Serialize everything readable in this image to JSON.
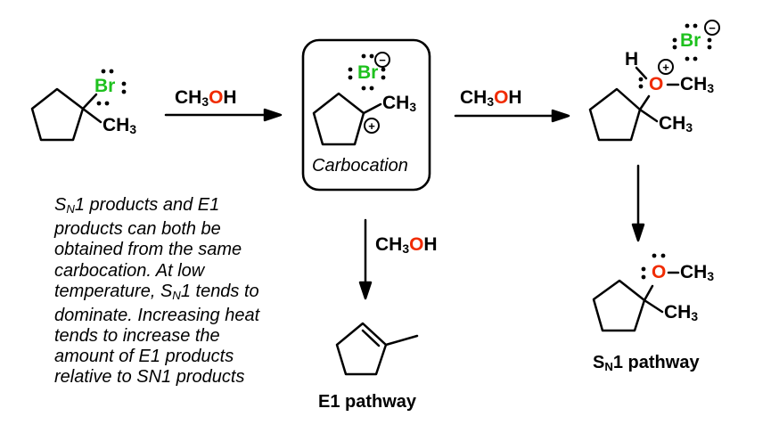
{
  "colors": {
    "bromine_green": "#1ec11e",
    "oxygen_red": "#f02b00",
    "ink": "#000000",
    "background": "#ffffff"
  },
  "symbols": {
    "ch": "CH",
    "three": "3",
    "o": "O",
    "h": "H",
    "br": "Br",
    "plus": "+",
    "minus": "−"
  },
  "captions": {
    "carbocation": "Carbocation",
    "e1_pathway": "E1 pathway",
    "sn1_s": "S",
    "sn1_sub": "N",
    "sn1_tail": "1 pathway"
  },
  "note": {
    "l1a": "S",
    "l1sub": "N",
    "l1b": "1 products and E1",
    "l2": "products can both be",
    "l3": "obtained from the same",
    "l4": "carbocation. At low",
    "l5a": "temperature, S",
    "l5sub": "N",
    "l5b": "1 tends to",
    "l6": "dominate. Increasing heat",
    "l7": "tends to increase the",
    "l8": "amount of E1 products",
    "l9": "relative to SN1 products"
  }
}
